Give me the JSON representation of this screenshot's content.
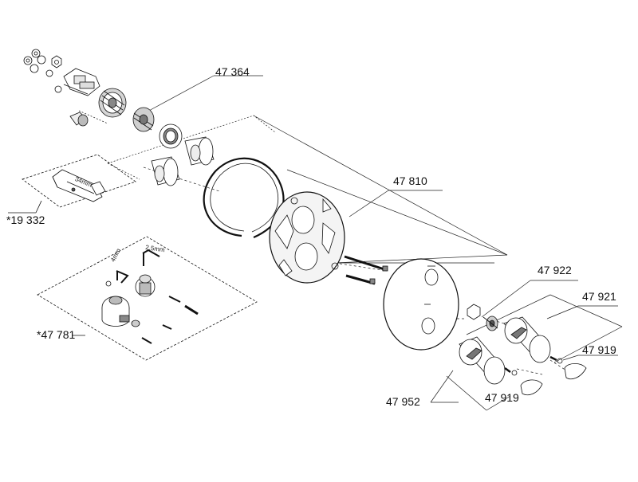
{
  "parts": {
    "p47364": "47 364",
    "p19332": "*19 332",
    "p47810": "47 810",
    "p47781": "*47 781",
    "p47922": "47 922",
    "p47921": "47 921",
    "p47919_right": "47 919",
    "p47952": "47 952",
    "p47919_bottom": "47 919"
  },
  "dimensions": {
    "wrench_size": "34mm",
    "hex_key_small": "2.5mm",
    "hex_key_large": "4mm"
  },
  "colors": {
    "ink": "#111111",
    "fill": "#ffffff",
    "shade": "#9a9a9a"
  }
}
